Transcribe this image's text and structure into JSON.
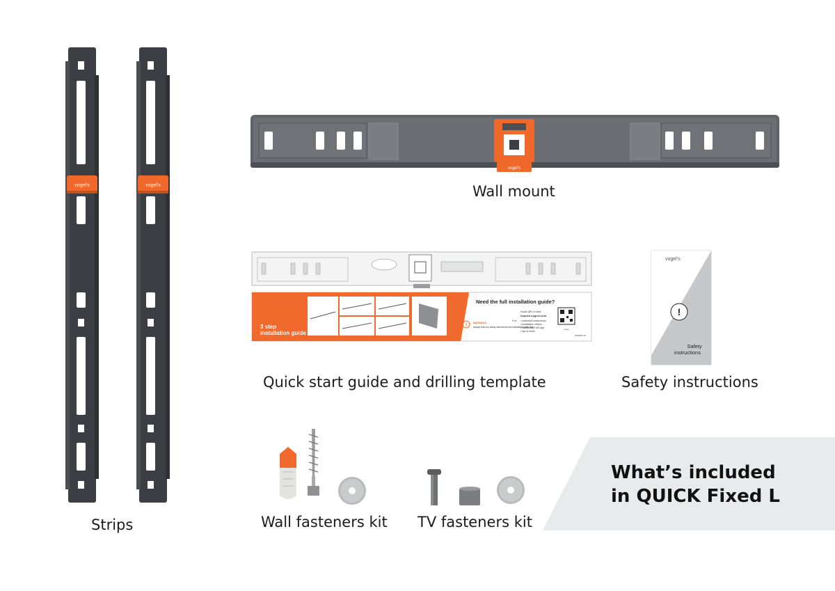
{
  "labels": {
    "strips": "Strips",
    "wall_mount": "Wall mount",
    "quick_start": "Quick start guide and drilling template",
    "safety": "Safety instructions",
    "wall_fasteners": "Wall fasteners kit",
    "tv_fasteners": "TV fasteners kit"
  },
  "banner": {
    "line1": "What’s included",
    "line2": "in QUICK Fixed L"
  },
  "brand": {
    "logo": "vogel's"
  },
  "guide": {
    "steps_line1": "3 step",
    "steps_line2": "installation guide",
    "need_title": "Need the full installation guide?",
    "scan_text": "Scan QR or visit",
    "url": "tvquick.vogels.com",
    "bullets": [
      "• extensive instructions",
      "• installation videos",
      "• DrillBuddy® AR app",
      "• tips & tricks"
    ],
    "for_label": "For:",
    "warning_title": "WARNING",
    "warning_text": "Always read our safety instructions and installation guide first",
    "code_tag": "cover",
    "doc_code": "2000001 20"
  },
  "safety_card": {
    "line1": "Safety",
    "line2": "instructions"
  },
  "colors": {
    "dark_metal": "#3b3e43",
    "mount_gray": "#606368",
    "accent_orange": "#f0692a",
    "banner_gray": "#e9eaeb"
  }
}
